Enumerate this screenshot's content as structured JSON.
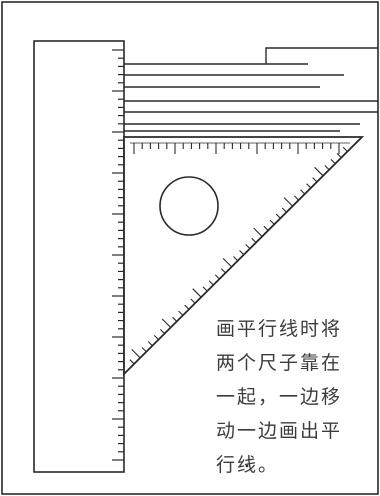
{
  "figure": {
    "caption_lines": [
      "画平行线时将",
      "两个尺子靠在",
      "一起，一边移",
      "动一边画出平",
      "行线。"
    ]
  },
  "colors": {
    "stroke": "#2a2a2a",
    "text": "#3c3c3c",
    "background": "#ffffff"
  }
}
